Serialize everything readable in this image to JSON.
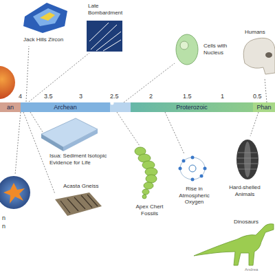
{
  "diagram": {
    "nodes": [
      {
        "text": [
          "an"
        ]
      },
      {
        "text": [
          "Archean"
        ]
      },
      {
        "text": [
          "Proterozoic"
        ]
      },
      {
        "text": [
          "Phan"
        ]
      }
    ],
    "labels": [
      "Jack Hills Zircon",
      "Late Bombardment",
      "Cells with Nucleus",
      "Humans",
      "4",
      "3.5",
      "3",
      "2.5",
      "2",
      "1.5",
      "1",
      "0.5",
      "Isua: Sediment Isotopic Evidence for Life",
      "Apex Chert Fossils",
      "Rise in Atmospheric Oxygen",
      "Hard-shelled Animals",
      "Acasta Gneiss",
      "Dinosaurs",
      "n",
      "n",
      "Andrea"
    ]
  }
}
